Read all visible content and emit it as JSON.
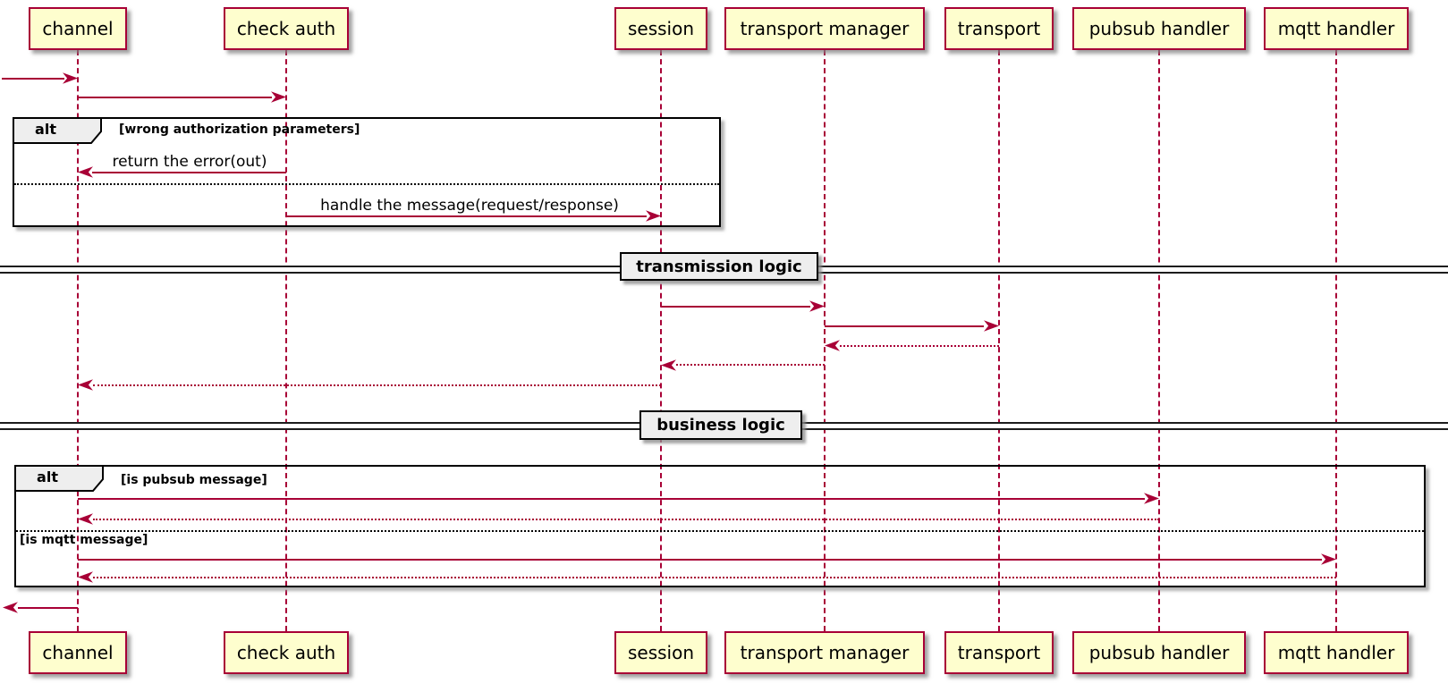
{
  "participants": [
    "channel",
    "check auth",
    "session",
    "transport manager",
    "transport",
    "pubsub handler",
    "mqtt handler"
  ],
  "messages": {
    "return_error": "return the error(out)",
    "handle_message": "handle the message(request/response)"
  },
  "frames": {
    "auth_alt": {
      "label": "alt",
      "guard": "[wrong authorization parameters]"
    },
    "business_alt": {
      "label": "alt",
      "guard_pubsub": "[is pubsub message]",
      "guard_mqtt": "[is mqtt message]"
    }
  },
  "dividers": [
    "transmission logic",
    "business logic"
  ],
  "colors": {
    "accent": "#A80036",
    "participant_fill": "#FEFECE",
    "frame_border": "#000000",
    "divider_label_fill": "#EEEEEE"
  }
}
